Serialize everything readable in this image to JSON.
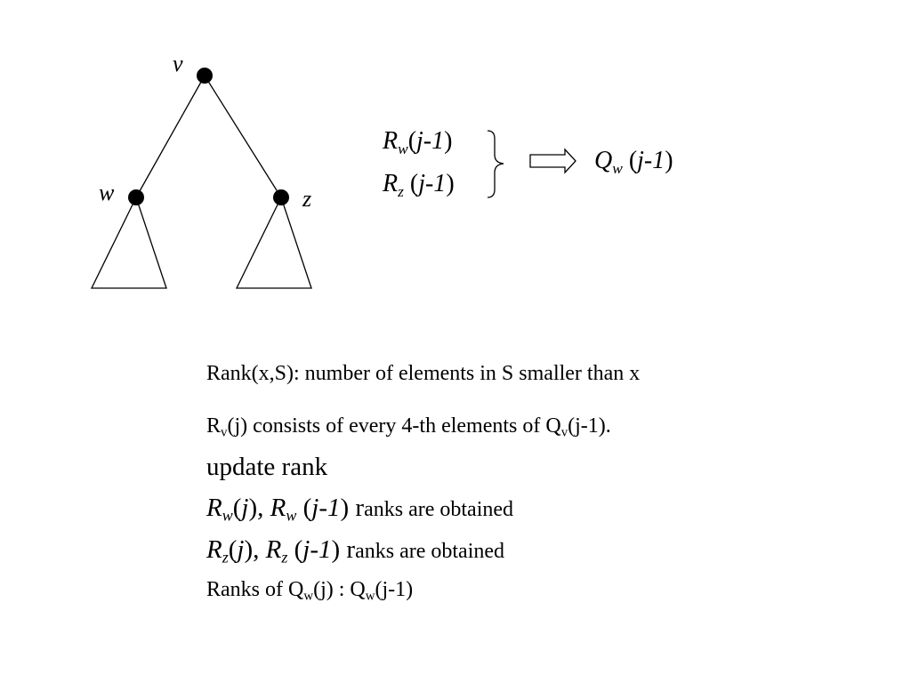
{
  "tree": {
    "root_label": "v",
    "left_label": "w",
    "right_label": "z"
  },
  "merge": {
    "input1": {
      "base": "R",
      "sub": "w",
      "open": "(",
      "arg": "j-1",
      "close": ")"
    },
    "input2": {
      "base": "R",
      "sub": "z",
      "open": " (",
      "arg": "j-1",
      "close": ")"
    },
    "output": {
      "base": "Q",
      "sub": "w",
      "open": " (",
      "arg": "j-1",
      "close": ")"
    }
  },
  "text": {
    "line1": "Rank(x,S): number of elements in S smaller than x",
    "line2": {
      "a": "R",
      "sub1": "v",
      "b": "(j) consists of every 4-th elements of Q",
      "sub2": "v",
      "c": "(j-1)."
    },
    "line3": "update rank",
    "line4": {
      "r1": "R",
      "s1": "w",
      "p1": "(",
      "j1": "j",
      "p2": "), ",
      "r2": "R",
      "s2": "w",
      "p3": " (",
      "j2": "j-1",
      "p4": ") ",
      "big_r": "r",
      "rest": "anks are obtained"
    },
    "line5": {
      "r1": "R",
      "s1": "z",
      "p1": "(",
      "j1": "j",
      "p2": "), ",
      "r2": "R",
      "s2": "z",
      "p3": " (",
      "j2": "j-1",
      "p4": ") ",
      "big_r": "r",
      "rest": "anks are obtained"
    },
    "line6": {
      "a": "Ranks of Q",
      "sub1": "w",
      "b": "(j) : Q",
      "sub2": "w",
      "c": "(j-1)"
    }
  }
}
